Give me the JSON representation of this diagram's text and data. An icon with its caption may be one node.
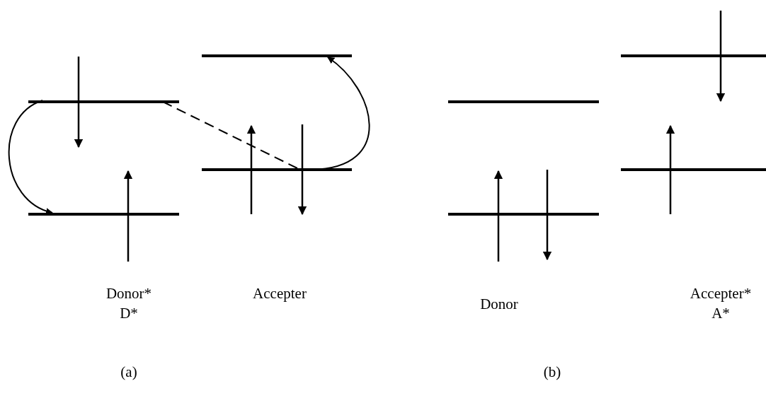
{
  "diagram": {
    "nodes": [
      {
        "text": [],
        "shape": "bar"
      },
      {
        "text": [],
        "shape": "bar"
      },
      {
        "text": [],
        "shape": "bar"
      },
      {
        "text": [],
        "shape": "bar"
      },
      {
        "text": [],
        "shape": "bar"
      },
      {
        "text": [],
        "shape": "bar"
      },
      {
        "text": [],
        "shape": "bar"
      },
      {
        "text": [],
        "shape": "bar"
      }
    ],
    "edges": [
      {
        "from": 0,
        "to": 3,
        "arrow": "none",
        "style": "dashed"
      },
      {
        "from": 0,
        "to": 1,
        "arrow": "to"
      },
      {
        "from": 3,
        "to": 2,
        "arrow": "to"
      }
    ],
    "labels": [
      "Donor*",
      "D*",
      "Accepter",
      "Donor",
      "Accepter*",
      "A*",
      "(a)",
      "(b)"
    ]
  }
}
